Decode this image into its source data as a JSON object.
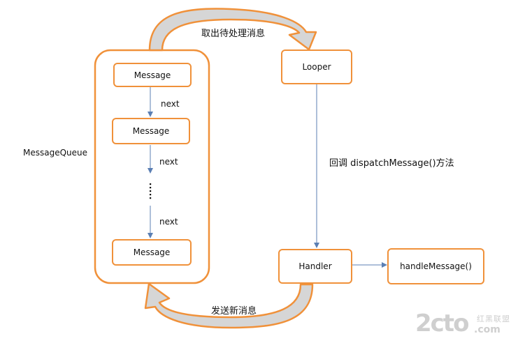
{
  "diagram": {
    "queue_label": "MessageQueue",
    "messages": [
      {
        "label": "Message"
      },
      {
        "label": "Message"
      },
      {
        "label": "Message"
      }
    ],
    "next_labels": [
      "next",
      "next",
      "next"
    ],
    "looper_label": "Looper",
    "handler_label": "Handler",
    "handle_message_label": "handleMessage()",
    "take_message_label": "取出待处理消息",
    "dispatch_label": "回调 dispatchMessage()方法",
    "send_message_label": "发送新消息"
  },
  "watermark": {
    "main": "2cto",
    "sub": "红黑联盟",
    "suffix": ".com"
  },
  "colors": {
    "box_border": "#f0913a",
    "arrow": "#5b7fb3",
    "curved_arrow_fill": "#d6d6d6"
  }
}
